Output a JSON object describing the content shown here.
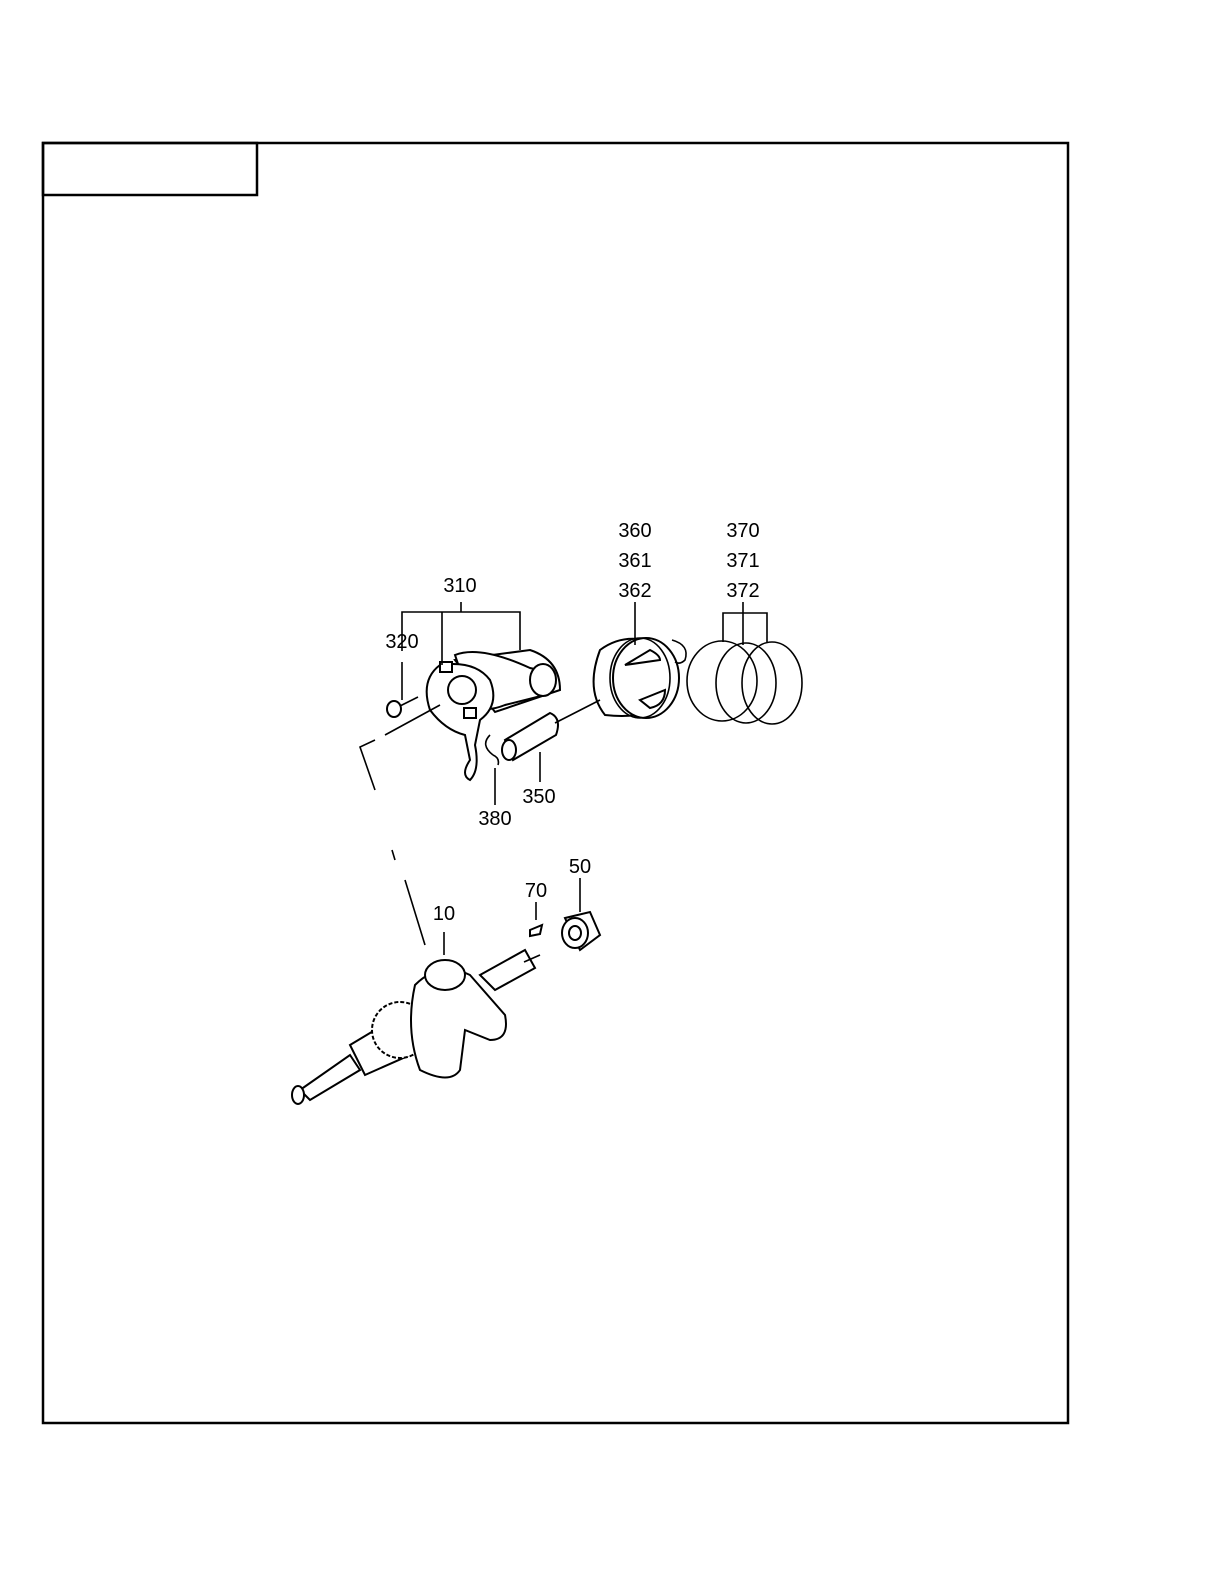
{
  "diagram": {
    "title_box": "",
    "parts": {
      "p310": "310",
      "p320": "320",
      "p360": "360",
      "p361": "361",
      "p362": "362",
      "p370": "370",
      "p371": "371",
      "p372": "372",
      "p350": "350",
      "p380": "380",
      "p10": "10",
      "p70": "70",
      "p50": "50"
    }
  }
}
